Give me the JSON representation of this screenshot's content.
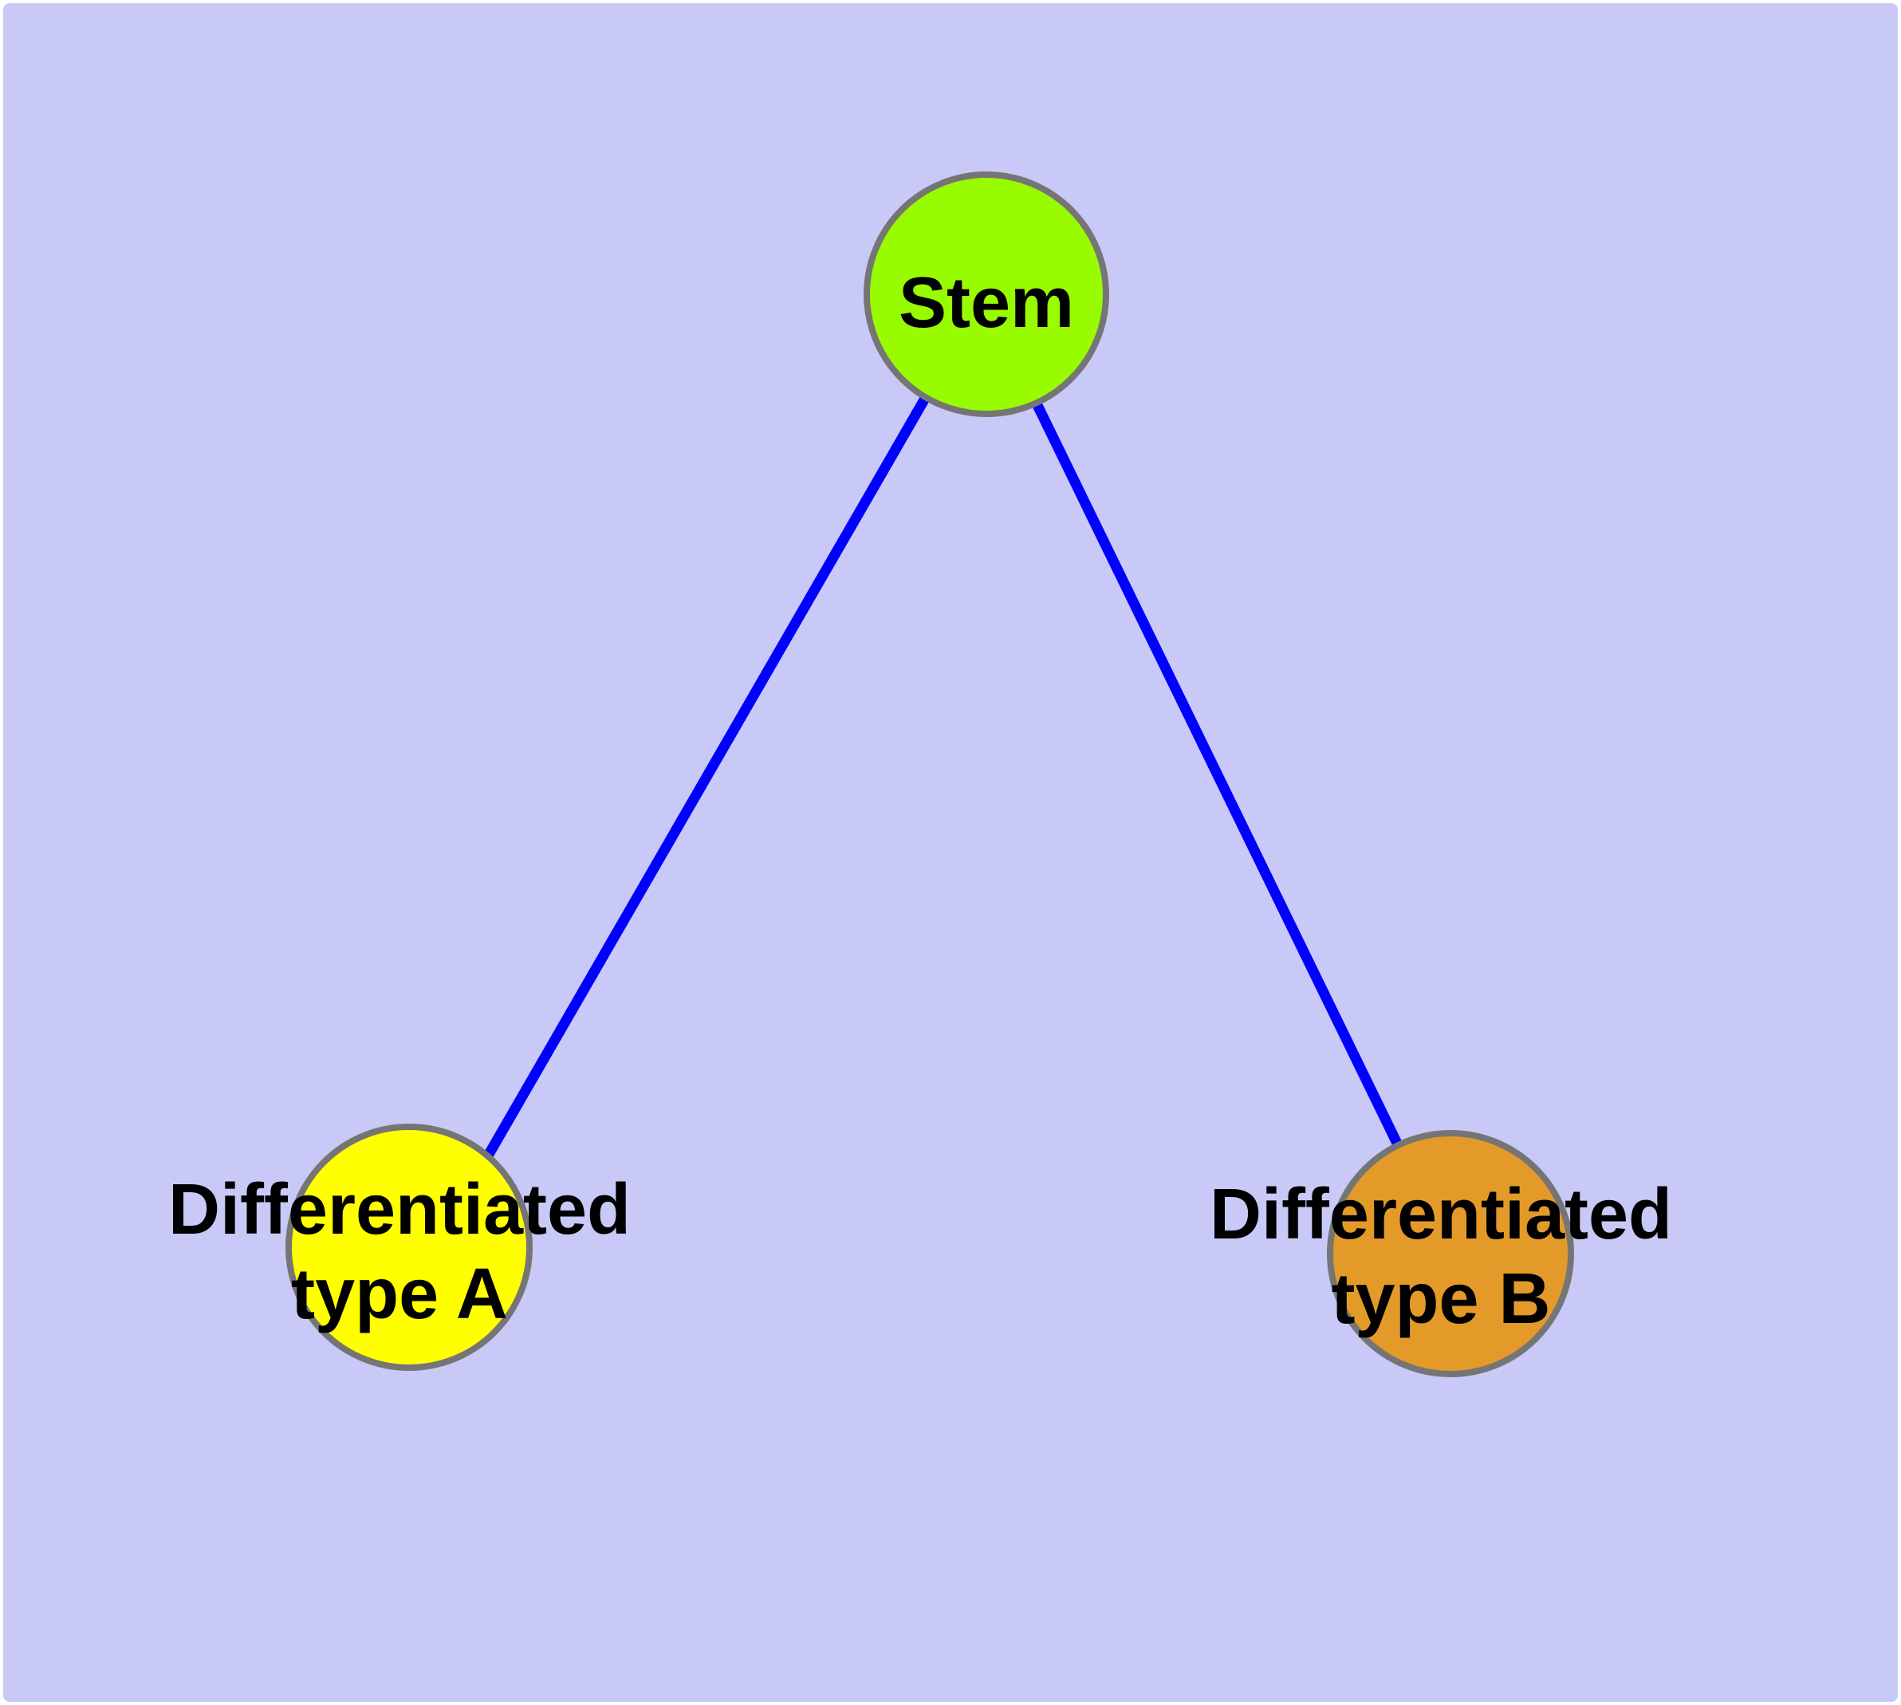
{
  "canvas": {
    "frame_color": "#ffffff",
    "background_color": "#c9c9f7"
  },
  "diagram": {
    "type": "graph",
    "layout": "tree-top-down",
    "text_color": "#000000",
    "node_border_color": "#757575",
    "edge_color": "#0000ff",
    "nodes": [
      {
        "id": "stem",
        "label": "Stem",
        "lines": [
          "Stem"
        ],
        "fill": "#99fb00"
      },
      {
        "id": "differentiated-type-a",
        "label": "Differentiated type A",
        "lines": [
          "Differentiated",
          "type A"
        ],
        "fill": "#ffff00"
      },
      {
        "id": "differentiated-type-b",
        "label": "Differentiated type B",
        "lines": [
          "Differentiated",
          "type B"
        ],
        "fill": "#e49a28"
      }
    ],
    "edges": [
      {
        "from": "Stem",
        "to": "Differentiated type A",
        "color": "#0000ff"
      },
      {
        "from": "Stem",
        "to": "Differentiated type B",
        "color": "#0000ff"
      }
    ]
  }
}
